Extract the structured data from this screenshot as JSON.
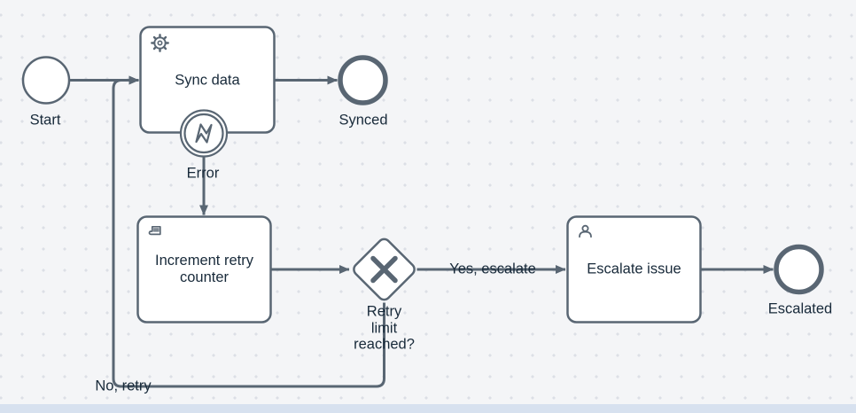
{
  "canvas": {
    "background_color": "#f4f5f7",
    "dot_color": "#dcdfe6",
    "bottom_strip_color": "#d7e1ef"
  },
  "palette": {
    "stroke_color": "#596673",
    "shape_fill": "#ffffff",
    "label_color": "#182a3a"
  },
  "nodes": {
    "start_event": {
      "type": "start-event",
      "label": "Start"
    },
    "sync_task": {
      "type": "service-task",
      "label": "Sync data",
      "icon": "gear-icon"
    },
    "synced_end": {
      "type": "end-event",
      "label": "Synced"
    },
    "error_boundary": {
      "type": "error-boundary-event",
      "label": "Error",
      "icon": "lightning-icon"
    },
    "increment_task": {
      "type": "script-task",
      "label": "Increment retry\ncounter",
      "icon": "script-scroll-icon"
    },
    "retry_gateway": {
      "type": "exclusive-gateway",
      "label": "Retry\nlimit\nreached?",
      "icon": "x-marker-icon"
    },
    "escalate_task": {
      "type": "user-task",
      "label": "Escalate issue",
      "icon": "person-icon"
    },
    "escalated_end": {
      "type": "end-event",
      "label": "Escalated"
    }
  },
  "flows": {
    "yes_flow": {
      "label": "Yes, escalate"
    },
    "no_flow": {
      "label": "No, retry"
    }
  }
}
